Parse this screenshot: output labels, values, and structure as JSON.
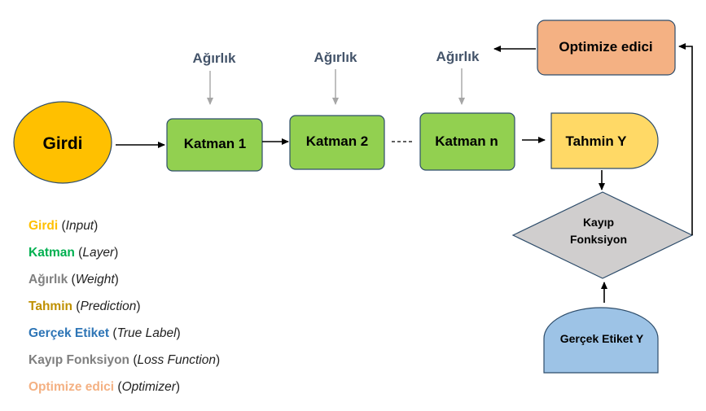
{
  "colors": {
    "input": "#FFC000",
    "layer": "#92D050",
    "weight_text": "#44546A",
    "prediction": "#FFD966",
    "loss": "#D0CECE",
    "label": "#9DC3E6",
    "optimizer": "#F4B183",
    "stroke": "#2E4D6B",
    "arrow_gray": "#A6A6A6"
  },
  "nodes": {
    "input": "Girdi",
    "layer1": "Katman 1",
    "layer2": "Katman 2",
    "layern": "Katman n",
    "prediction": "Tahmin Y",
    "loss_line1": "Kayıp",
    "loss_line2": "Fonksiyon",
    "label": "Gerçek Etiket Y",
    "optimizer": "Optimize edici"
  },
  "weights": [
    "Ağırlık",
    "Ağırlık",
    "Ağırlık"
  ],
  "legend": [
    {
      "term": "Girdi",
      "open": " (",
      "desc": "Input",
      "close": ")",
      "color": "#FFC000"
    },
    {
      "term": "Katman",
      "open": " (",
      "desc": "Layer",
      "close": ")",
      "color": "#00B050"
    },
    {
      "term": "Ağırlık",
      "open": " (",
      "desc": "Weight",
      "close": ")",
      "color": "#808080"
    },
    {
      "term": "Tahmin",
      "open": " (",
      "desc": "Prediction",
      "close": ")",
      "color": "#BF9000"
    },
    {
      "term": "Gerçek Etiket",
      "open": " (",
      "desc": "True Label",
      "close": ")",
      "color": "#2E75B6"
    },
    {
      "term": "Kayıp Fonksiyon",
      "open": " (",
      "desc": "Loss Function",
      "close": ")",
      "color": "#7F7F7F"
    },
    {
      "term": "Optimize edici",
      "open": " (",
      "desc": "Optimizer",
      "close": ")",
      "color": "#F4B183"
    }
  ]
}
